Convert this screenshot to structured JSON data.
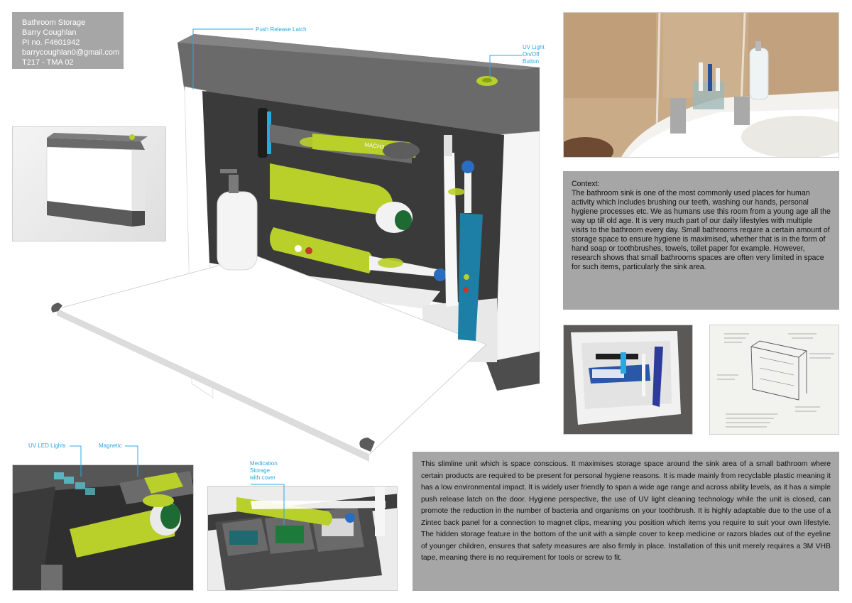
{
  "title_block": {
    "lines": [
      "Bathroom Storage",
      "Barry Coughlan",
      "PI no. F4601942",
      "barrycoughlan0@gmail.com",
      "T217 - TMA 02"
    ]
  },
  "callouts": {
    "push_release_latch": "Push Release Latch",
    "uv_light_button_lines": [
      "UV Light",
      "On/Off",
      "Button"
    ],
    "uv_led_lights": "UV LED Lights",
    "magnetic": "Magnetic",
    "medication_lines": [
      "Medication",
      "Storage",
      "with cover"
    ]
  },
  "product_labels": {
    "razor_brand": "MACH3"
  },
  "context": {
    "heading": "Context:",
    "body": "The bathroom sink is one of the most commonly used places for human activity which includes brushing our teeth, washing our hands, personal hygiene processes etc. We as humans use this room from a young age all the way up till old age. It is very much part of our daily lifestyles with multiple visits to the bathroom every day.  Small bathrooms require a certain amount of storage space to ensure hygiene is maximised, whether that is in the form of hand soap or toothbrushes, towels, toilet paper for example.  However, research shows that small bathrooms spaces are often very limited in space for such items, particularly the sink area."
  },
  "description": {
    "body": "This slimline unit which is space conscious.  It maximises storage space around the sink area of a small bathroom where certain products are required to be present for personal hygiene reasons. It is made mainly from recyclable plastic meaning it has a low environmental impact.  It is widely user friendly to span a wide age range and across ability levels, as it has a simple push release latch on the door. Hygiene perspective, the use of UV light cleaning technology while the unit is closed, can promote the reduction in the number of bacteria and organisms on your toothbrush. It is highly adaptable due to the use of a Zintec back panel for a connection to magnet clips, meaning you position which items you require to suit your own lifestyle. The hidden storage feature in the bottom of the unit with a simple cover to keep medicine or razors blades out of the eyeline of younger children, ensures that safety measures are also firmly in place. Installation of this unit merely requires a 3M VHB tape, meaning there is no requirement for tools or screw to fit."
  },
  "colors": {
    "accent_blue": "#29a9e0",
    "lime": "#b9cf2a",
    "body_gray": "#5b5b5b",
    "panel_gray": "#a6a6a6"
  }
}
